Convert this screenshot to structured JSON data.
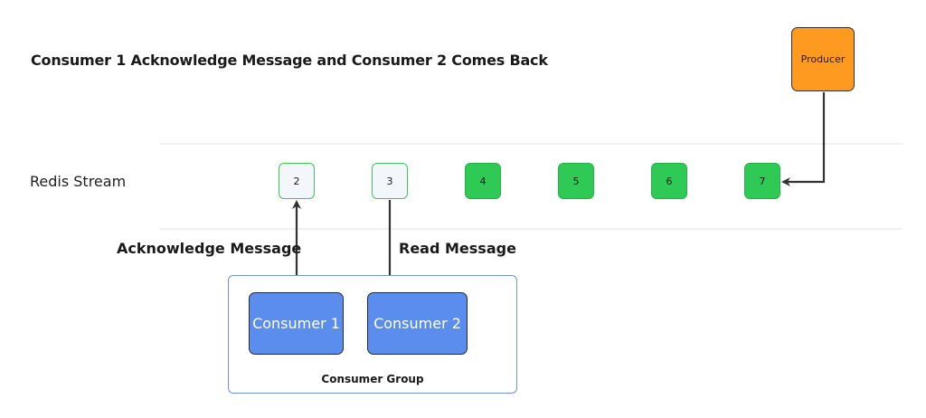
{
  "diagram": {
    "title": "Consumer 1 Acknowledge Message and Consumer 2 Comes Back",
    "stream_label": "Redis Stream",
    "producer": {
      "label": "Producer",
      "color": "#ff9a21"
    },
    "messages": [
      {
        "id": "2",
        "state": "acknowledged"
      },
      {
        "id": "3",
        "state": "read"
      },
      {
        "id": "4",
        "state": "pending"
      },
      {
        "id": "5",
        "state": "pending"
      },
      {
        "id": "6",
        "state": "pending"
      },
      {
        "id": "7",
        "state": "pending"
      }
    ],
    "consumer_group": {
      "label": "Consumer Group",
      "consumers": [
        {
          "label": "Consumer 1"
        },
        {
          "label": "Consumer 2"
        }
      ]
    },
    "operations": {
      "acknowledge": "Acknowledge Message",
      "read": "Read Message"
    },
    "colors": {
      "pending": "#2fc955",
      "acknowledged_fill": "#f3f6fb",
      "consumer": "#5b8def",
      "group_border": "#6f93cf",
      "arrow": "#333333"
    }
  }
}
